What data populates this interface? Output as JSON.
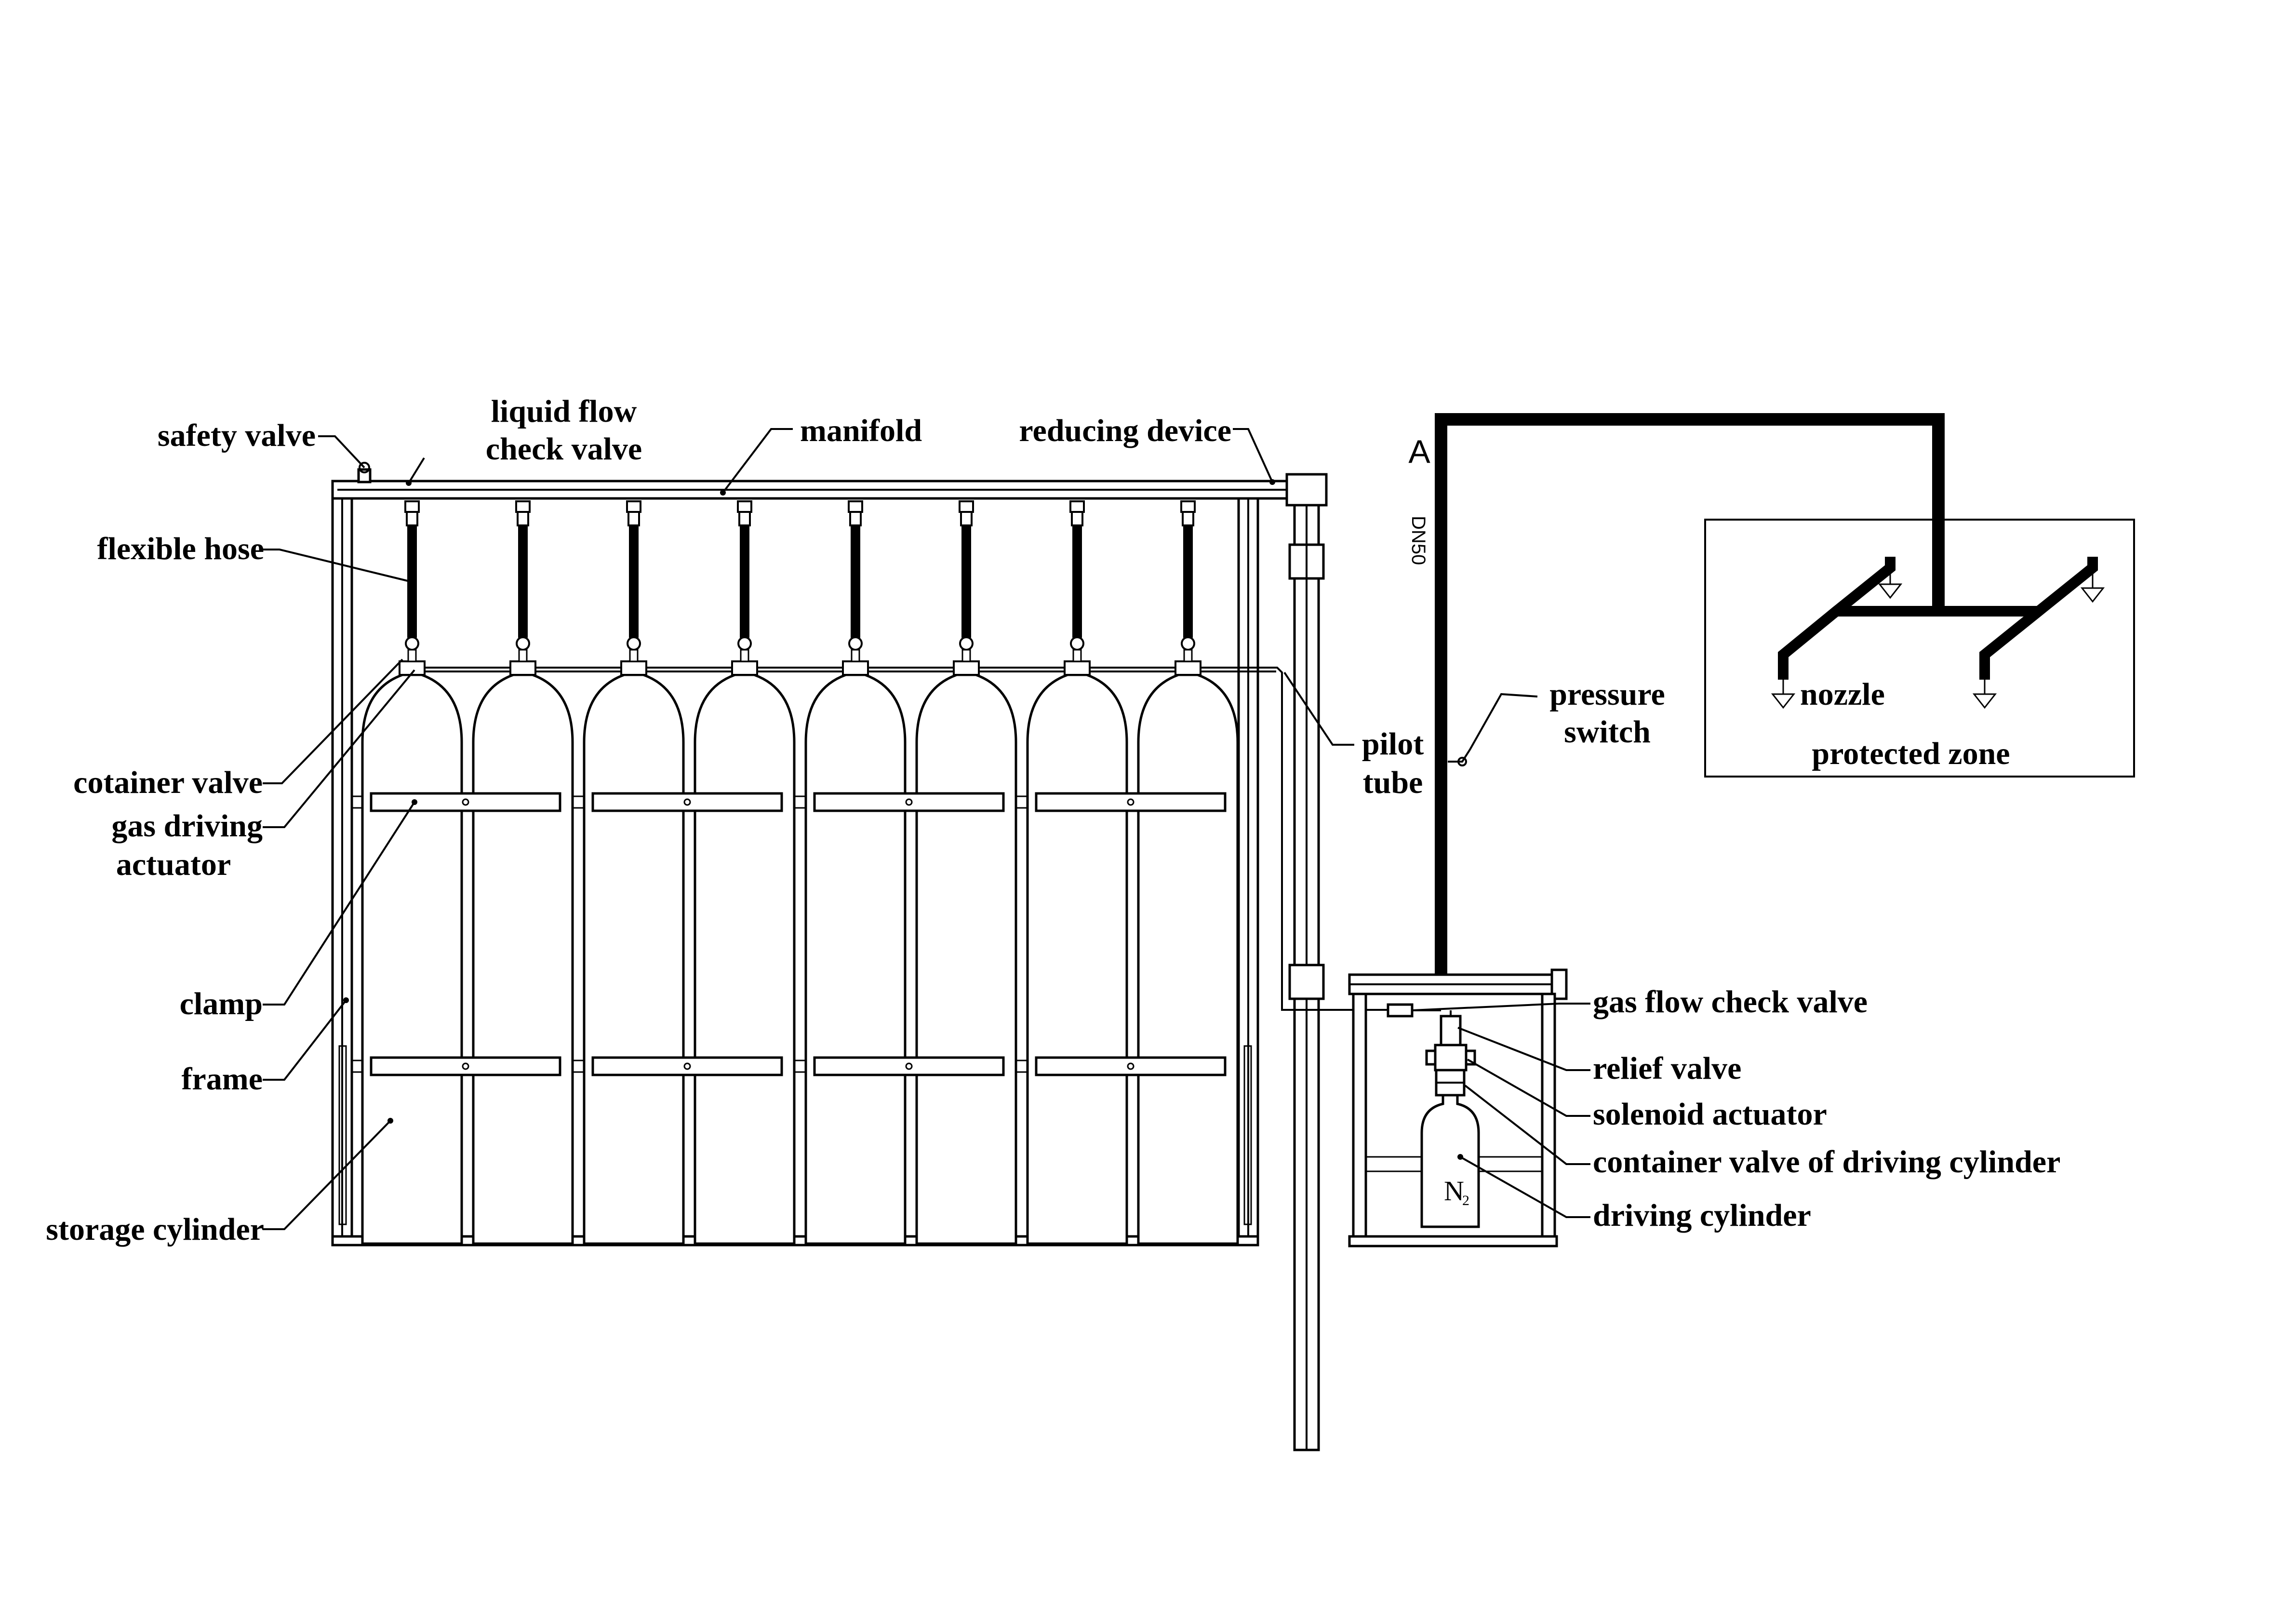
{
  "diagram": {
    "labels": {
      "safety_valve": "safety valve",
      "liquid_flow_check_valve_1": "liquid flow",
      "liquid_flow_check_valve_2": "check valve",
      "manifold": "manifold",
      "reducing_device": "reducing device",
      "flexible_hose": "flexible hose",
      "container_valve": "cotainer valve",
      "gas_driving_actuator_1": "gas driving",
      "gas_driving_actuator_2": "actuator",
      "clamp": "clamp",
      "frame": "frame",
      "storage_cylinder": "storage cylinder",
      "pilot_tube_1": "pilot",
      "pilot_tube_2": "tube",
      "pressure_switch_1": "pressure",
      "pressure_switch_2": "switch",
      "nozzle": "nozzle",
      "protected_zone": "protected zone",
      "gas_flow_check_valve": "gas flow check valve",
      "relief_valve": "relief valve",
      "solenoid_actuator": "solenoid actuator",
      "container_valve_of_driving_cylinder": "container valve of driving cylinder",
      "driving_cylinder": "driving cylinder",
      "section_mark": "A",
      "pipe_size": "DN50",
      "n2_main": "N",
      "n2_sub": "2"
    },
    "storage_cylinder_count": 8
  }
}
